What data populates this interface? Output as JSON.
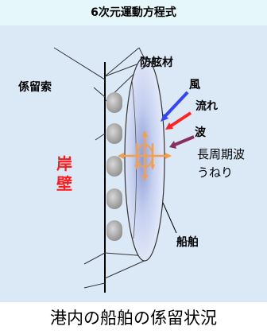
{
  "header": {
    "title": "6次元運動方程式"
  },
  "labels": {
    "mooring_line": "係留索",
    "fender": "防舷材",
    "wind": "風",
    "current": "流れ",
    "wave": "波",
    "long_period_1": "長周期波",
    "long_period_2": "うねり",
    "quay_1": "岸",
    "quay_2": "壁",
    "ship": "船舶"
  },
  "colors": {
    "wind": "#3344ff",
    "current": "#ff2222",
    "wave": "#8a2e5c",
    "quay": "#ff1a1a",
    "motion": "#f0a050"
  },
  "caption": "港内の船舶の係留状況"
}
